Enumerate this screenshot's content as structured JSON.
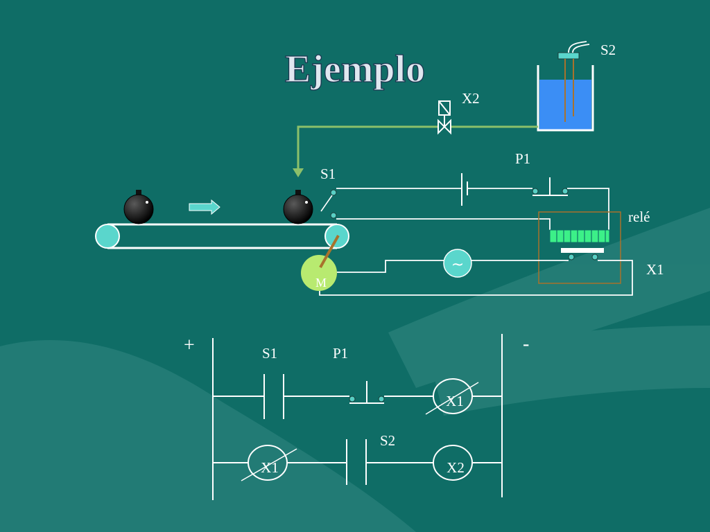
{
  "slide": {
    "title": "Ejemplo",
    "colors": {
      "background": "#0f6d66",
      "water": "#3b8ef5",
      "pipe": "#8cc06a",
      "teal": "#5ad6cc",
      "motor": "#b8ea70",
      "arm": "#a8722c"
    }
  },
  "process": {
    "tank_sensor": "S2",
    "valve": "X2",
    "pushbutton": "P1",
    "limit_switch": "S1",
    "relay": "relé",
    "relay_contact": "X1",
    "source": "~",
    "motor": "M"
  },
  "ladder": {
    "plus": "+",
    "minus": "-",
    "rung1": {
      "contact_a": "S1",
      "contact_b": "P1",
      "coil": "X1"
    },
    "rung2": {
      "contact_a": "X1",
      "contact_b": "S2",
      "coil": "X2"
    }
  }
}
